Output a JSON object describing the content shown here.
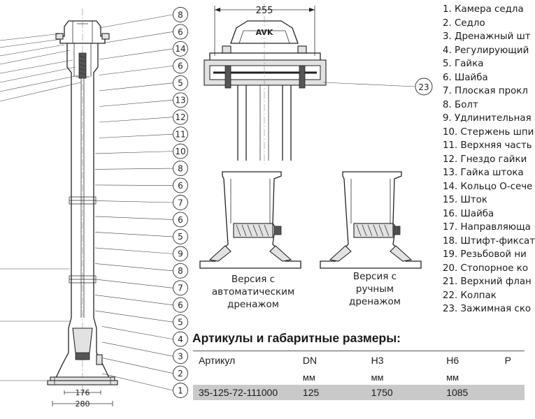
{
  "callouts_left": [
    "8",
    "6",
    "14",
    "6",
    "5",
    "13",
    "12",
    "11",
    "10",
    "8",
    "6",
    "7",
    "6",
    "5",
    "9",
    "8",
    "7",
    "6",
    "5",
    "4",
    "3",
    "2",
    "1"
  ],
  "callout_right": "23",
  "dimensions": {
    "top_width": "255",
    "base_inner": "176",
    "base_outer": "280"
  },
  "brand_logo": "AVK",
  "captions": {
    "auto_drain": [
      "Версия с",
      "автоматическим",
      "дренажом"
    ],
    "manual_drain": [
      "Версия с",
      "ручным",
      "дренажом"
    ]
  },
  "parts": [
    "1. Камера седла",
    "2. Седло",
    "3. Дренажный шт",
    "4. Регулирующий",
    "5. Гайка",
    "6. Шайба",
    "7. Плоская прокл",
    "8. Болт",
    "9. Удлинительная",
    "10. Стержень шпи",
    "11. Верхняя часть",
    "12. Гнездо гайки",
    "13. Гайка штока",
    "14. Кольцо О-сече",
    "15. Шток",
    "16. Шайба",
    "17. Направляюща",
    "18. Штифт-фиксат",
    "19. Резьбовой ни",
    "20. Стопорное ко",
    "21. Верхний флан",
    "22. Колпак",
    "23. Зажимная ско"
  ],
  "table": {
    "title": "Артикулы и габаритные размеры:",
    "headers": [
      "Артикул",
      "DN",
      "H3",
      "H6",
      "P"
    ],
    "units": [
      "",
      "мм",
      "мм",
      "мм",
      ""
    ],
    "rows": [
      [
        "35-125-72-111000",
        "125",
        "1750",
        "1085",
        ""
      ]
    ]
  },
  "colors": {
    "line": "#222222",
    "row_highlight": "#c9c9c9",
    "hatch": "#555555"
  }
}
